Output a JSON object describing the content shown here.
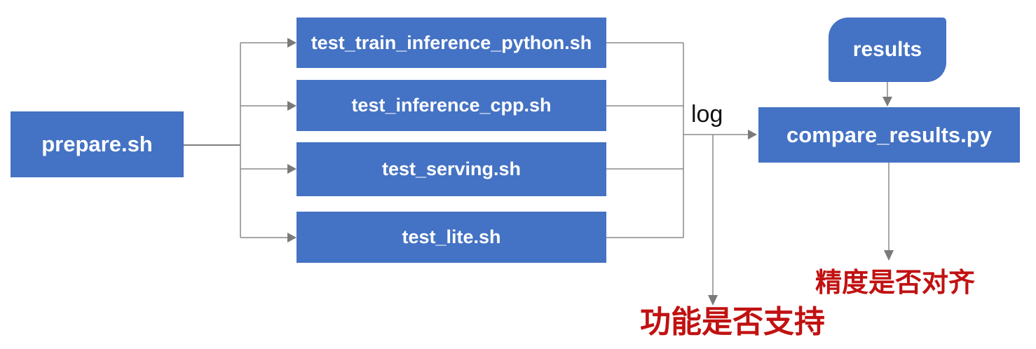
{
  "diagram": {
    "nodes": {
      "prepare": {
        "label": "prepare.sh"
      },
      "tests": [
        {
          "label": "test_train_inference_python.sh"
        },
        {
          "label": "test_inference_cpp.sh"
        },
        {
          "label": "test_serving.sh"
        },
        {
          "label": "test_lite.sh"
        }
      ],
      "compare": {
        "label": "compare_results.py"
      },
      "results": {
        "label": "results"
      }
    },
    "edge_labels": {
      "log": "log"
    },
    "annotations": {
      "function_support": "功能是否支持",
      "precision_aligned": "精度是否对齐"
    },
    "colors": {
      "node_fill": "#4472c4",
      "node_text": "#ffffff",
      "connector": "#8a8a8a",
      "arrowhead": "#7a7a7a",
      "edge_label_text": "#111111",
      "annotation_red": "#c11111",
      "background": "#ffffff"
    }
  }
}
